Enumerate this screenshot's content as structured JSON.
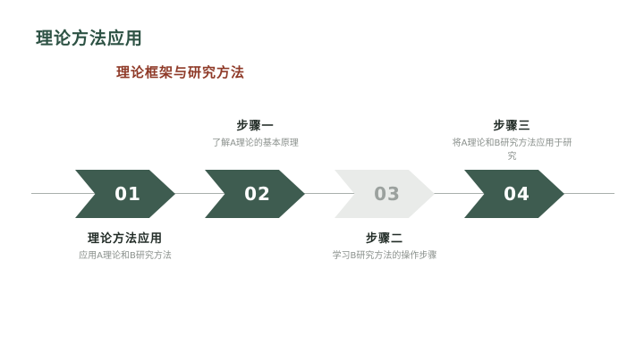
{
  "slide": {
    "title": "理论方法应用",
    "subtitle": "理论框架与研究方法"
  },
  "timeline": {
    "steps": [
      {
        "number": "01",
        "label": "理论方法应用",
        "description": "应用A理论和B研究方法",
        "label_position": "below",
        "style": "dark"
      },
      {
        "number": "02",
        "label": "步骤一",
        "description": "了解A理论的基本原理",
        "label_position": "above",
        "style": "dark"
      },
      {
        "number": "03",
        "label": "步骤二",
        "description": "学习B研究方法的操作步骤",
        "label_position": "below",
        "style": "light"
      },
      {
        "number": "04",
        "label": "步骤三",
        "description": "将A理论和B研究方法应用于研究",
        "label_position": "above",
        "style": "dark"
      }
    ]
  },
  "colors": {
    "background": "#ffffff",
    "title": "#2d5244",
    "subtitle": "#8f3a28",
    "arrow_dark": "#3e5c50",
    "arrow_light": "#e9ebe9",
    "arrow_light_text": "#9ba19e",
    "step_label": "#232d28",
    "description": "#8b918d",
    "line": "#a9b0ac"
  }
}
